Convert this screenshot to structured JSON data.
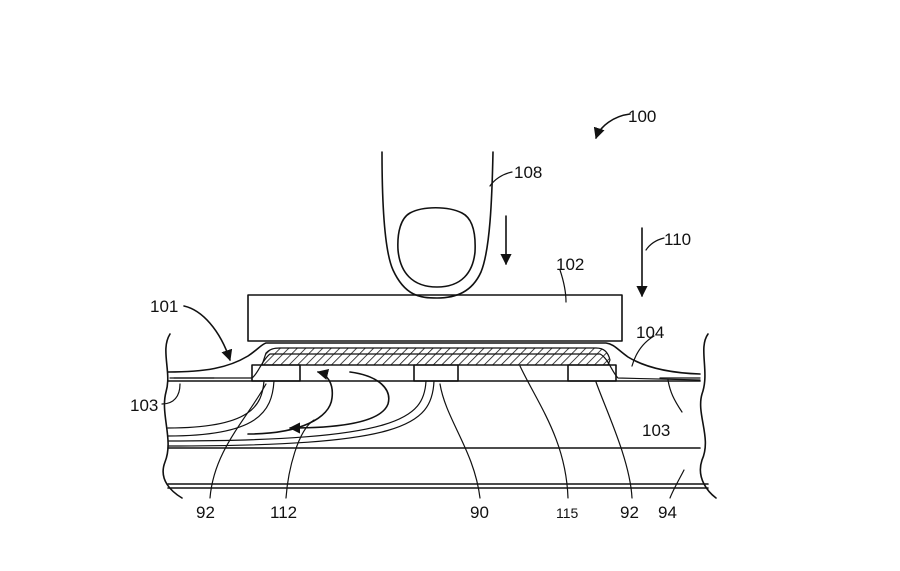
{
  "diagram": {
    "labels": {
      "l100": "100",
      "l108": "108",
      "l110": "110",
      "l102": "102",
      "l101": "101",
      "l104": "104",
      "l103_left": "103",
      "l103_right": "103",
      "l92_left": "92",
      "l112": "112",
      "l90": "90",
      "l115": "115",
      "l92_right": "92",
      "l94": "94"
    },
    "colors": {
      "ink": "#111111",
      "paper": "#ffffff"
    }
  }
}
